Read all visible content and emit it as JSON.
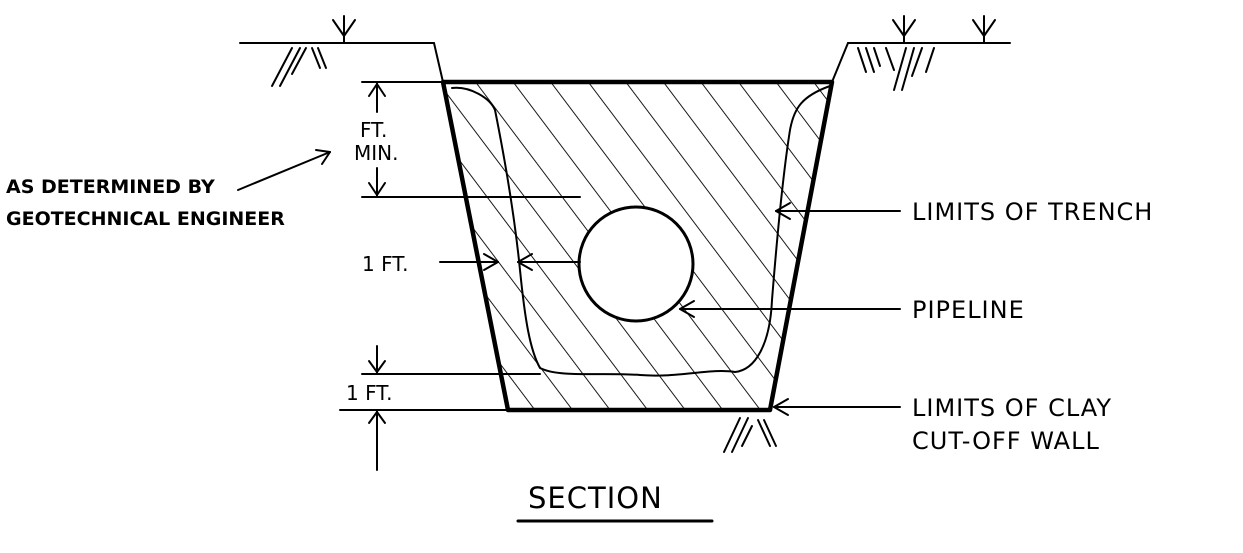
{
  "labels": {
    "ft_min_line1": "FT.",
    "ft_min_line2": "MIN.",
    "geotech_line1": "AS DETERMINED BY",
    "geotech_line2": "GEOTECHNICAL ENGINEER",
    "one_ft_side": "1 FT.",
    "one_ft_bottom": "1 FT.",
    "limits_of_trench": "LIMITS OF TRENCH",
    "pipeline": "PIPELINE",
    "clay_wall_line1": "LIMITS OF CLAY",
    "clay_wall_line2": "CUT-OFF WALL",
    "section_title": "SECTION"
  }
}
